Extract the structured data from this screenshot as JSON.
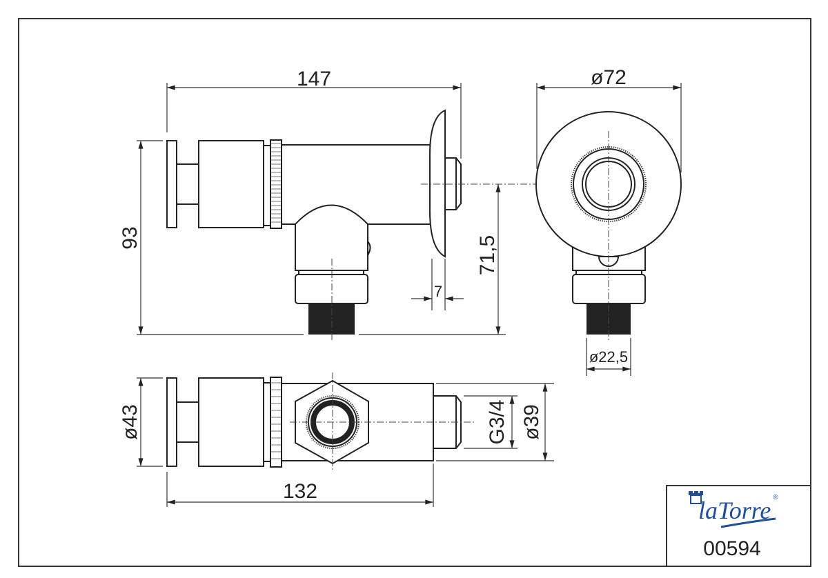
{
  "dimensions": {
    "length_top": "147",
    "diameter_flange": "ø72",
    "height": "93",
    "center_height": "71,5",
    "flange_thickness": "7",
    "diameter_outlet": "ø22,5",
    "diameter_knob": "ø43",
    "thread": "G3/4",
    "diameter_body": "ø39",
    "length_bottom": "132"
  },
  "title_block": {
    "brand": "laTorre",
    "registered": "®",
    "part_number": "00594"
  },
  "colors": {
    "line": "#222222",
    "brand": "#1f4e9a"
  }
}
